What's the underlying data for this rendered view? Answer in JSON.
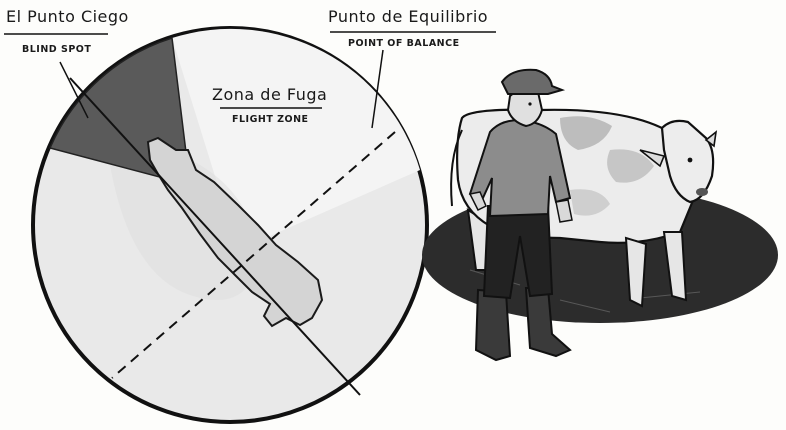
{
  "labels": {
    "blind_spot": {
      "es": "El Punto Ciego",
      "en": "BLIND SPOT"
    },
    "point_of_balance": {
      "es": "Punto de Equilibrio",
      "en": "POINT OF BALANCE"
    },
    "flight_zone": {
      "es": "Zona de Fuga",
      "en": "FLIGHT ZONE"
    }
  },
  "colors": {
    "ink": "#1a1a1a",
    "blind_spot_fill": "#5a5a5a",
    "circle_fill": "#e8e8e8",
    "flight_zone_fill": "#d9d9d9",
    "cow_body": "#ececec",
    "shadow": "#2c2c2c"
  }
}
